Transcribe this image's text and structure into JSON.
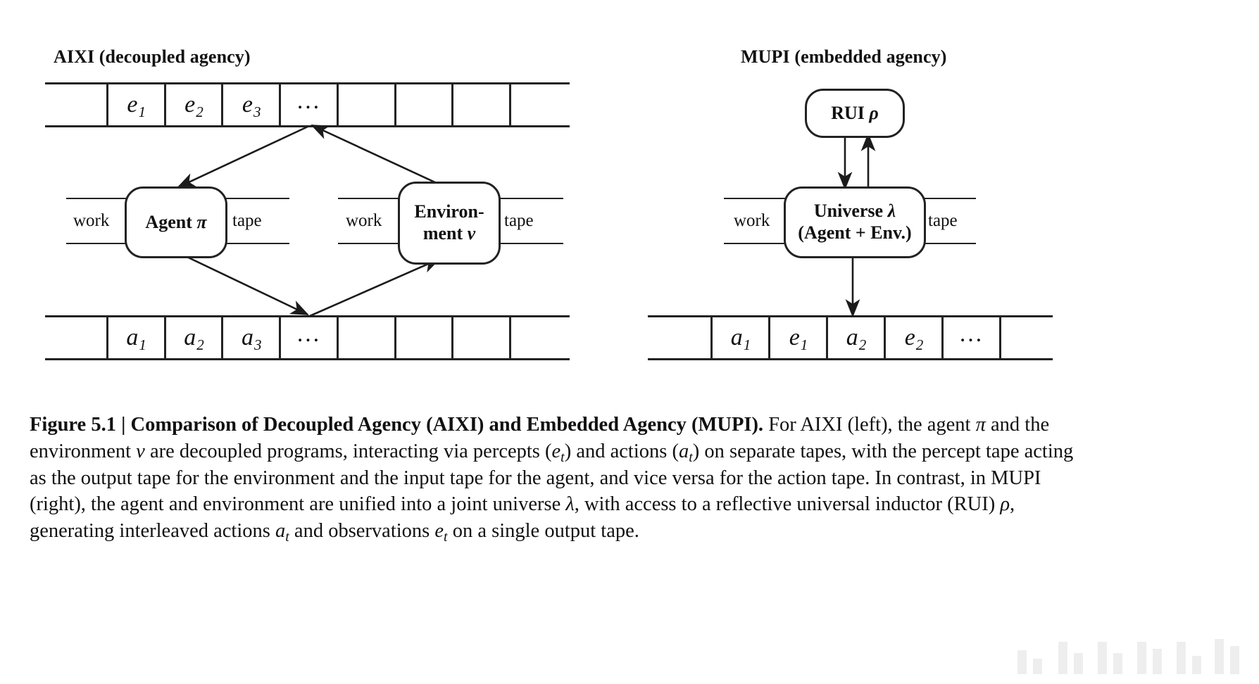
{
  "figure": {
    "panels": [
      {
        "id": "aixi",
        "title": "AIXI (decoupled agency)"
      },
      {
        "id": "mupi",
        "title": "MUPI (embedded agency)"
      }
    ]
  },
  "aixi": {
    "percept_tape": {
      "name": "percept tape",
      "cells": [
        "",
        "e1",
        "e2",
        "e3",
        "…",
        "",
        "",
        "",
        ""
      ],
      "labels": {
        "e1": "e",
        "e1sub": "1",
        "e2": "e",
        "e2sub": "2",
        "e3": "e",
        "e3sub": "3",
        "dots": "…"
      }
    },
    "action_tape": {
      "name": "action tape",
      "cells": [
        "",
        "a1",
        "a2",
        "a3",
        "…",
        "",
        "",
        "",
        ""
      ],
      "labels": {
        "a1": "a",
        "a1sub": "1",
        "a2": "a",
        "a2sub": "2",
        "a3": "a",
        "a3sub": "3",
        "dots": "…"
      }
    },
    "agent_box": {
      "line1": "Agent",
      "symbol": "π"
    },
    "env_box": {
      "line1": "Environ-",
      "line2": "ment",
      "symbol": "ν"
    },
    "agent_work_label": "work",
    "agent_tape_label": "tape",
    "env_work_label": "work",
    "env_tape_label": "tape"
  },
  "mupi": {
    "rui_box": {
      "line1": "RUI",
      "symbol": "ρ"
    },
    "universe_box": {
      "line1": "Universe",
      "symbol": "λ",
      "line2": "(Agent + Env.)"
    },
    "work_label": "work",
    "tape_label": "tape",
    "output_tape": {
      "name": "output tape",
      "cells": [
        "",
        "a1",
        "e1",
        "a2",
        "e2",
        "…",
        ""
      ],
      "labels": {
        "a1": "a",
        "a1sub": "1",
        "e1": "e",
        "e1sub": "1",
        "a2": "a",
        "a2sub": "2",
        "e2": "e",
        "e2sub": "2",
        "dots": "…"
      }
    }
  },
  "caption": {
    "figure_number": "Figure 5.1",
    "separator": "|",
    "bold_title": "Comparison of Decoupled Agency (AIXI) and Embedded Agency (MUPI).",
    "body_1": " For AIXI (left), the agent ",
    "sym_pi": "π",
    "body_2": " and the environment ",
    "sym_nu": "ν",
    "body_3": " are decoupled programs, interacting via percepts (",
    "sym_e": "e",
    "sym_e_sub": "t",
    "body_4": ") and actions (",
    "sym_a": "a",
    "sym_a_sub": "t",
    "body_5": ") on separate tapes, with the percept tape acting as the output tape for the environment and the input tape for the agent, and vice versa for the action tape. In contrast, in MUPI (right), the agent and environment are unified into a joint universe ",
    "sym_lambda": "λ",
    "body_6": ", with access to a reflective universal inductor (RUI) ",
    "sym_rho": "ρ",
    "body_7": ", generating interleaved actions ",
    "sym_a2": "a",
    "sym_a2_sub": "t",
    "body_8": " and observations ",
    "sym_e2": "e",
    "sym_e2_sub": "t",
    "body_9": " on a single output tape."
  },
  "colors": {
    "ink": "#111111",
    "line": "#222222",
    "background": "#ffffff",
    "watermark": "#c9c9c9"
  }
}
